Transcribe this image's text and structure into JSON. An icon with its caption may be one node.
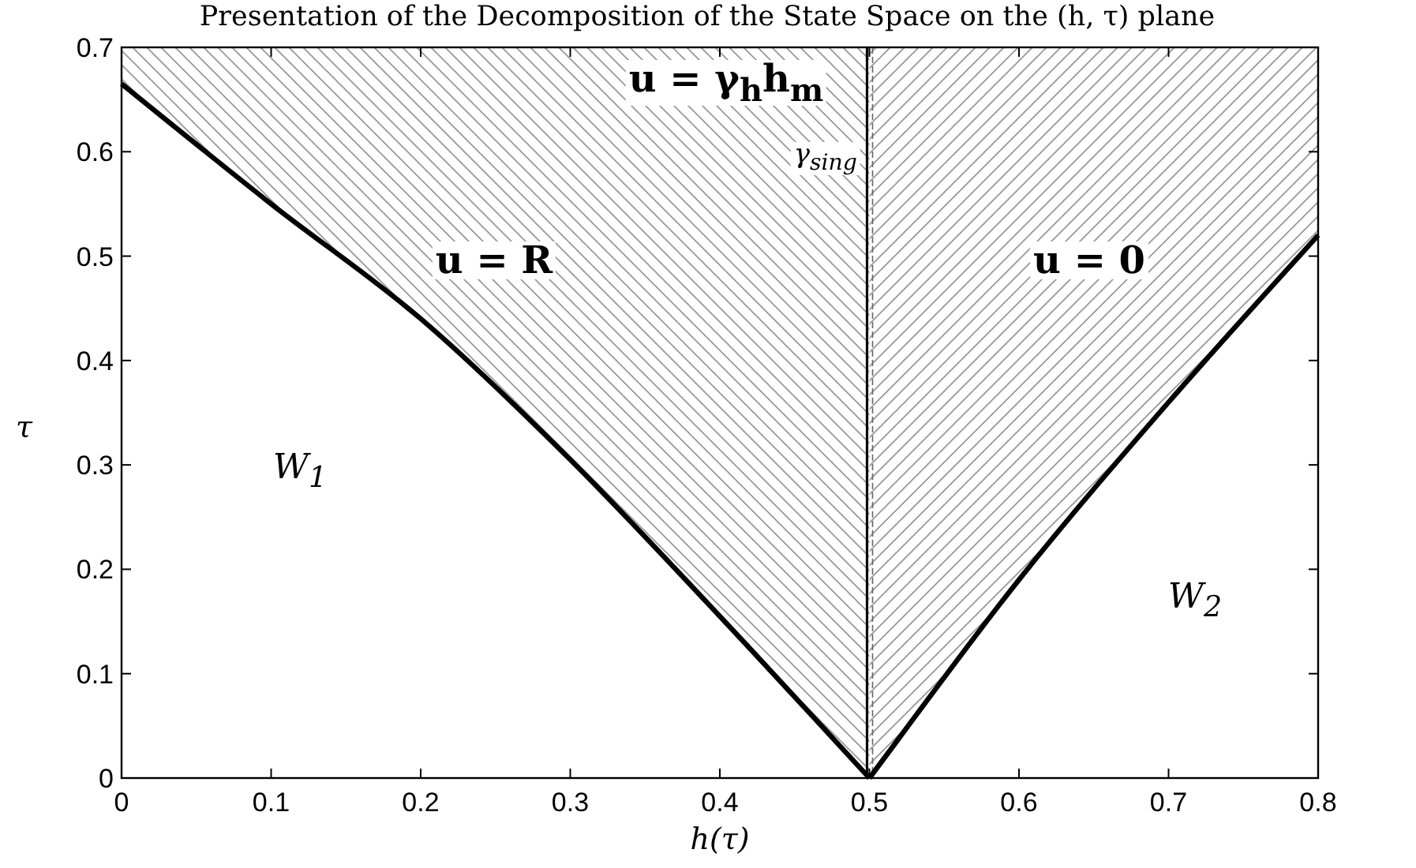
{
  "diagram": {
    "title": "Presentation of the Decomposition of the State Space on the (h, τ) plane",
    "labels": [
      "u = γ$_{h}$h$_{m}$",
      "γ$_{sing}$",
      "u = R",
      "u = 0",
      "W$_{1}$",
      "W$_{2}$"
    ],
    "chart_data": {
      "type": "line",
      "xlabel": "h(τ)",
      "ylabel": "τ",
      "x": [
        0,
        0.1,
        0.2,
        0.3,
        0.4,
        0.5,
        0.6,
        0.7,
        0.8
      ],
      "series": [
        {
          "color": "#000000",
          "values": [
            0.665,
            0.55,
            0.44,
            0.305,
            0.155,
            0,
            null,
            null,
            null
          ]
        },
        {
          "color": "#000000",
          "values": [
            null,
            null,
            null,
            null,
            null,
            0,
            0.19,
            0.36,
            0.52
          ]
        }
      ],
      "xlim": [
        0,
        0.8
      ],
      "ylim": [
        0,
        0.7
      ],
      "xticks": [
        0,
        0.1,
        0.2,
        0.3,
        0.4,
        0.5,
        0.6,
        0.7,
        0.8
      ],
      "yticks": [
        0,
        0.1,
        0.2,
        0.3,
        0.4,
        0.5,
        0.6,
        0.7
      ]
    }
  }
}
